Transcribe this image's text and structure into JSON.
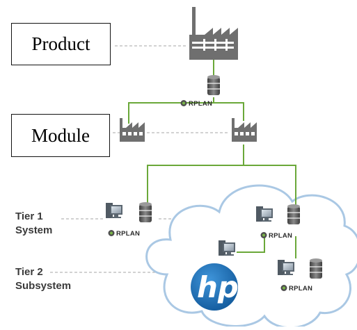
{
  "boxes": {
    "product_label": "Product",
    "module_label": "Module"
  },
  "tiers": {
    "tier1_line1": "Tier 1",
    "tier1_line2": "System",
    "tier2_line1": "Tier 2",
    "tier2_line2": "Subsystem"
  },
  "erplan_label": "RPLAN",
  "logo_text": "hp",
  "colors": {
    "connector_green": "#6aa839",
    "dashed_gray": "#a6a6a6",
    "factory_gray": "#6f6f6f",
    "cloud_outline": "#aac8e4",
    "hp_blue": "#1c74bf"
  },
  "icons": [
    "factory-icon",
    "database-icon",
    "computer-icon",
    "cloud-icon",
    "hp-logo"
  ]
}
